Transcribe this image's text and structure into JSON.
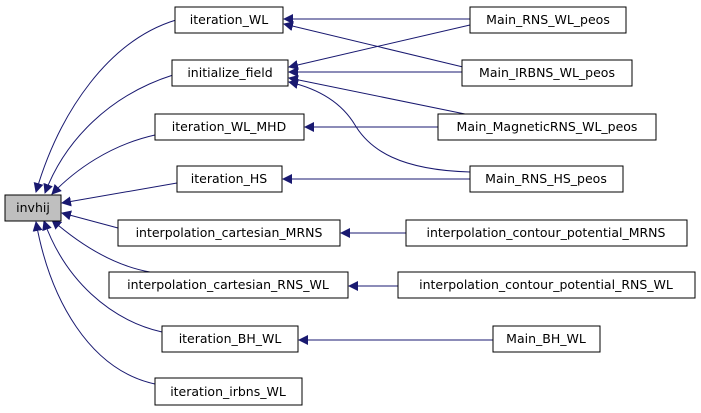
{
  "graph": {
    "edge_color": "#191970",
    "root_fill": "#bfbfbf",
    "nodes": [
      {
        "id": "invhij",
        "label": "invhij"
      },
      {
        "id": "iteration_WL",
        "label": "iteration_WL"
      },
      {
        "id": "initialize_field",
        "label": "initialize_field"
      },
      {
        "id": "iteration_WL_MHD",
        "label": "iteration_WL_MHD"
      },
      {
        "id": "iteration_HS",
        "label": "iteration_HS"
      },
      {
        "id": "interpolation_cartesian_MRNS",
        "label": "interpolation_cartesian_MRNS"
      },
      {
        "id": "interpolation_cartesian_RNS_WL",
        "label": "interpolation_cartesian_RNS_WL"
      },
      {
        "id": "iteration_BH_WL",
        "label": "iteration_BH_WL"
      },
      {
        "id": "iteration_irbns_WL",
        "label": "iteration_irbns_WL"
      },
      {
        "id": "Main_RNS_WL_peos",
        "label": "Main_RNS_WL_peos"
      },
      {
        "id": "Main_IRBNS_WL_peos",
        "label": "Main_IRBNS_WL_peos"
      },
      {
        "id": "Main_MagneticRNS_WL_peos",
        "label": "Main_MagneticRNS_WL_peos"
      },
      {
        "id": "Main_RNS_HS_peos",
        "label": "Main_RNS_HS_peos"
      },
      {
        "id": "interpolation_contour_potential_MRNS",
        "label": "interpolation_contour_potential_MRNS"
      },
      {
        "id": "interpolation_contour_potential_RNS_WL",
        "label": "interpolation_contour_potential_RNS_WL"
      },
      {
        "id": "Main_BH_WL",
        "label": "Main_BH_WL"
      }
    ],
    "edges": [
      {
        "from": "iteration_WL",
        "to": "invhij"
      },
      {
        "from": "initialize_field",
        "to": "invhij"
      },
      {
        "from": "iteration_WL_MHD",
        "to": "invhij"
      },
      {
        "from": "iteration_HS",
        "to": "invhij"
      },
      {
        "from": "interpolation_cartesian_MRNS",
        "to": "invhij"
      },
      {
        "from": "interpolation_cartesian_RNS_WL",
        "to": "invhij"
      },
      {
        "from": "iteration_BH_WL",
        "to": "invhij"
      },
      {
        "from": "iteration_irbns_WL",
        "to": "invhij"
      },
      {
        "from": "Main_RNS_WL_peos",
        "to": "iteration_WL"
      },
      {
        "from": "Main_IRBNS_WL_peos",
        "to": "iteration_WL"
      },
      {
        "from": "Main_RNS_WL_peos",
        "to": "initialize_field"
      },
      {
        "from": "Main_IRBNS_WL_peos",
        "to": "initialize_field"
      },
      {
        "from": "Main_MagneticRNS_WL_peos",
        "to": "initialize_field"
      },
      {
        "from": "Main_RNS_HS_peos",
        "to": "initialize_field"
      },
      {
        "from": "Main_MagneticRNS_WL_peos",
        "to": "iteration_WL_MHD"
      },
      {
        "from": "Main_RNS_HS_peos",
        "to": "iteration_HS"
      },
      {
        "from": "interpolation_contour_potential_MRNS",
        "to": "interpolation_cartesian_MRNS"
      },
      {
        "from": "interpolation_contour_potential_RNS_WL",
        "to": "interpolation_cartesian_RNS_WL"
      },
      {
        "from": "Main_BH_WL",
        "to": "iteration_BH_WL"
      }
    ]
  }
}
